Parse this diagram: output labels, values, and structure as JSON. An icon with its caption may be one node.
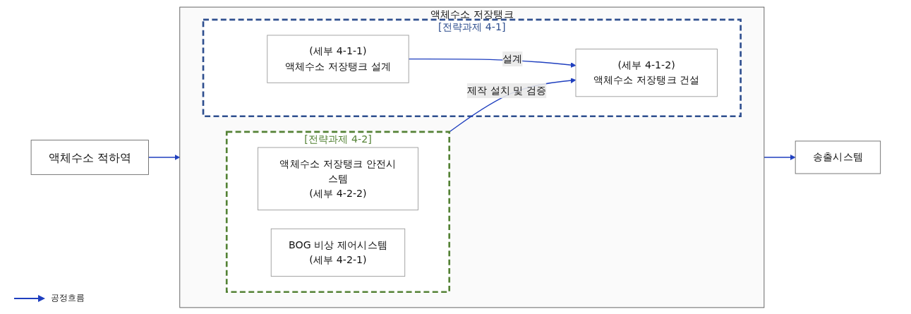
{
  "diagram": {
    "nodes": [
      {
        "text": [
          "액체수소 저장탱크"
        ]
      },
      {
        "text": [
          "액체수소 적하역"
        ]
      },
      {
        "text": [
          "[전략과제 4-1]"
        ],
        "in": 0
      },
      {
        "text": [
          "(세부 4-1-1)",
          "액체수소 저장탱크 설계"
        ],
        "in": 2
      },
      {
        "text": [
          "(세부 4-1-2)",
          "액체수소 저장탱크 건설"
        ],
        "in": 2
      },
      {
        "text": [
          "[전략과제 4-2]"
        ],
        "in": 0
      },
      {
        "text": [
          "액체수소 저장탱크 안전시스템",
          "(세부 4-2-2)"
        ],
        "in": 5
      },
      {
        "text": [
          "BOG 비상 제어시스템",
          "(세부 4-2-1)"
        ],
        "in": 5
      },
      {
        "text": [
          "송출시스템"
        ]
      }
    ],
    "edges": [
      {
        "from": 1,
        "to": 0,
        "arrow": "to"
      },
      {
        "from": 3,
        "to": 4,
        "label": "설계",
        "arrow": "to"
      },
      {
        "from": 5,
        "to": 4,
        "label": "제작 설치 및 검증",
        "arrow": "to"
      },
      {
        "from": 0,
        "to": 8,
        "arrow": "to"
      }
    ],
    "legend": [
      {
        "text": "공정흐름"
      }
    ]
  }
}
